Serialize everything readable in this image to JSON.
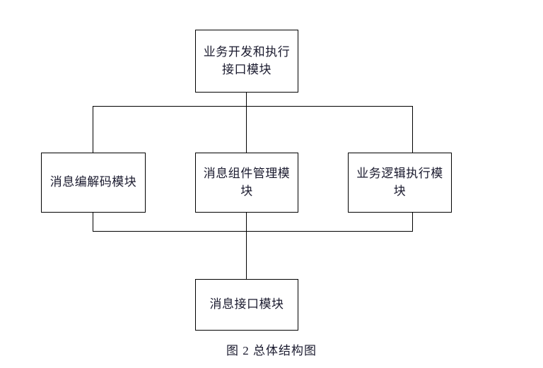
{
  "figure": {
    "caption": "图 2  总体结构图",
    "line_color": "#000000",
    "text_color": "#1a1a2e",
    "background": "#ffffff"
  },
  "diagram": {
    "type": "block-diagram",
    "nodes": [
      {
        "id": "top",
        "label": "业务开发和执行接口模块",
        "row": "top"
      },
      {
        "id": "codec",
        "label": "消息编解码模块",
        "row": "middle"
      },
      {
        "id": "compmgr",
        "label": "消息组件管理模块",
        "row": "middle"
      },
      {
        "id": "logic",
        "label": "业务逻辑执行模块",
        "row": "middle"
      },
      {
        "id": "msgif",
        "label": "消息接口模块",
        "row": "bottom"
      }
    ],
    "connections": [
      {
        "from": "top",
        "to": "codec"
      },
      {
        "from": "top",
        "to": "compmgr"
      },
      {
        "from": "top",
        "to": "logic"
      },
      {
        "from": "codec",
        "to": "msgif"
      },
      {
        "from": "compmgr",
        "to": "msgif"
      },
      {
        "from": "logic",
        "to": "msgif"
      }
    ]
  }
}
